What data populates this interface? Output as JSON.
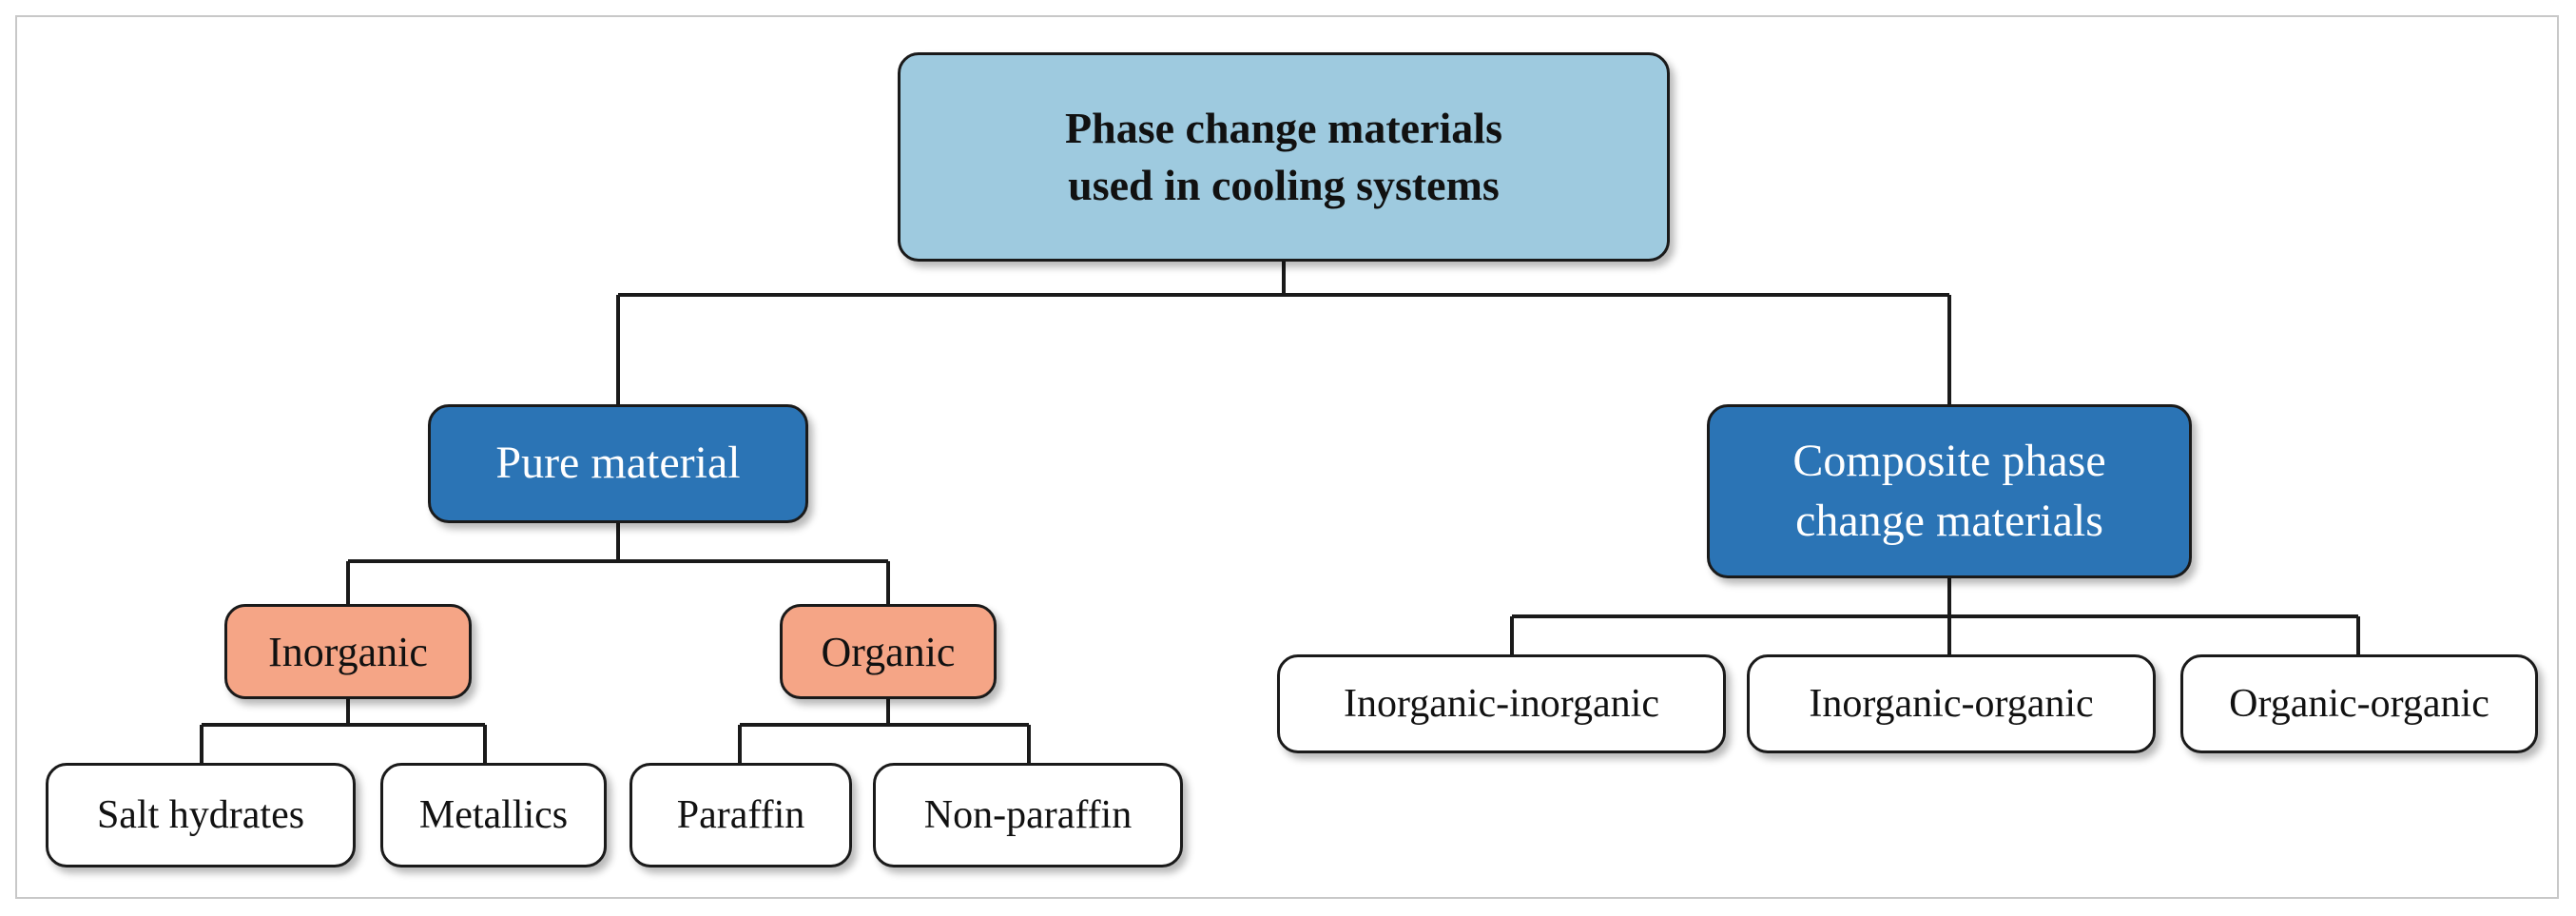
{
  "diagram": {
    "root": {
      "label": "Phase change materials\nused in cooling systems"
    },
    "branches": {
      "pure": {
        "label": "Pure material",
        "inorganic": {
          "label": "Inorganic",
          "leaves": [
            "Salt hydrates",
            "Metallics"
          ]
        },
        "organic": {
          "label": "Organic",
          "leaves": [
            "Paraffin",
            "Non-paraffin"
          ]
        }
      },
      "composite": {
        "label": "Composite phase\nchange materials",
        "leaves": [
          "Inorganic-inorganic",
          "Inorganic-organic",
          "Organic-organic"
        ]
      }
    }
  },
  "colors": {
    "root_fill": "#9ecadf",
    "level1_fill": "#2b74b5",
    "level2_fill": "#f5a586",
    "leaf_fill": "#ffffff",
    "border": "#1a1a1a"
  }
}
